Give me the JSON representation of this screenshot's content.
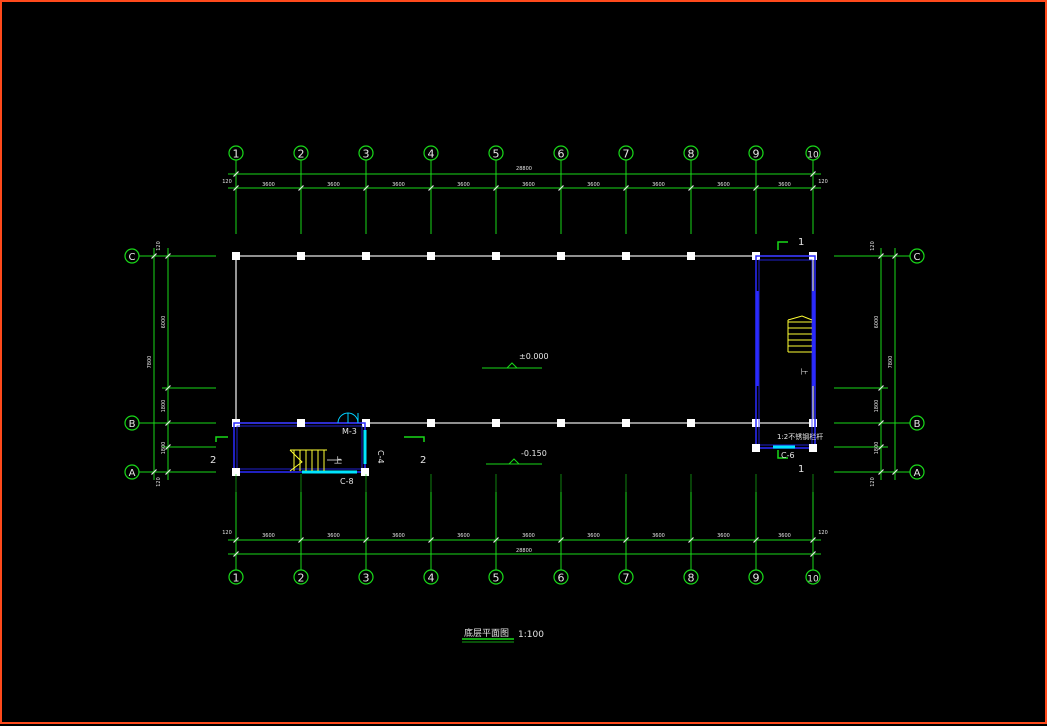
{
  "drawing": {
    "axes_cols": [
      "1",
      "2",
      "3",
      "4",
      "5",
      "6",
      "7",
      "8",
      "9",
      "10"
    ],
    "axes_rows": [
      "C",
      "B",
      "A"
    ],
    "dim_total_top": "28800",
    "dim_total_bottom": "28800",
    "dim_spans_top": [
      "3600",
      "3600",
      "3600",
      "3600",
      "3600",
      "3600",
      "3600",
      "3600",
      "3600"
    ],
    "dim_spans_bottom": [
      "3600",
      "3600",
      "3600",
      "3600",
      "3600",
      "3600",
      "3600",
      "3600",
      "3600"
    ],
    "dim_edge": "120",
    "dim_left_total": "7800",
    "dim_left_spans": [
      "6000",
      "1800",
      "1800"
    ],
    "dim_right_total": "7800",
    "dim_right_spans": [
      "6000",
      "1800",
      "1800"
    ],
    "level_main": "±0.000",
    "level_low": "-0.150",
    "door_label": "M-3",
    "window_c4": "C-4",
    "window_c6": "C-6",
    "window_c8": "C-8",
    "stair_up": "上",
    "section_1": "1",
    "section_2": "2",
    "stair_note": "1:2不锈钢栏杆",
    "title": "底层平面图",
    "scale": "1:100"
  }
}
